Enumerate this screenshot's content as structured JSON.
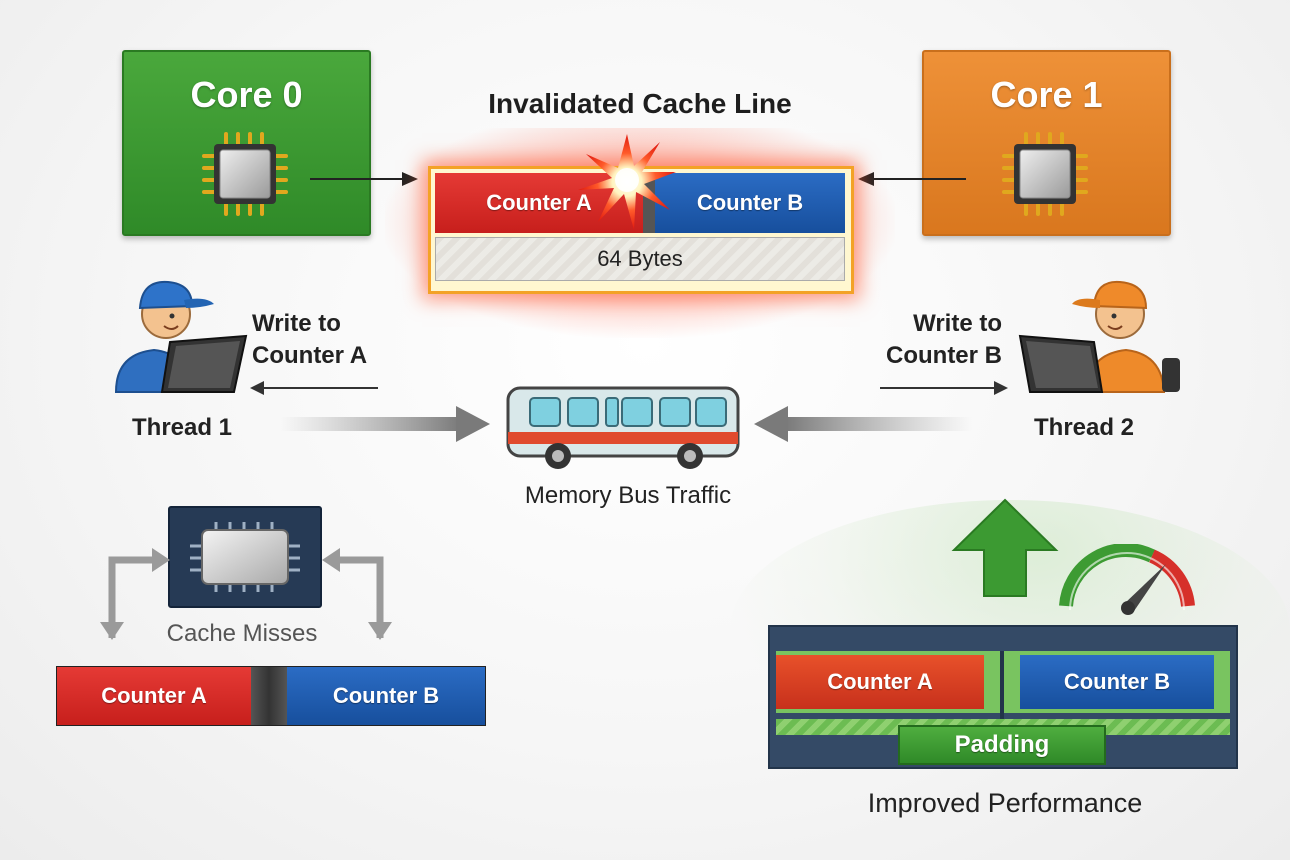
{
  "cores": {
    "core0": {
      "label": "Core 0",
      "color": "#3f9a34"
    },
    "core1": {
      "label": "Core 1",
      "color": "#e5862b"
    }
  },
  "cache_line": {
    "title": "Invalidated Cache Line",
    "counter_a": "Counter A",
    "counter_b": "Counter B",
    "size": "64 Bytes"
  },
  "threads": {
    "thread1": {
      "label": "Thread 1",
      "action_line1": "Write to",
      "action_line2": "Counter A"
    },
    "thread2": {
      "label": "Thread 2",
      "action_line1": "Write to",
      "action_line2": "Counter B"
    }
  },
  "bus": {
    "label": "Memory Bus Traffic"
  },
  "cache_misses": {
    "label": "Cache Misses",
    "counter_a": "Counter A",
    "counter_b": "Counter B"
  },
  "improved": {
    "counter_a": "Counter A",
    "counter_b": "Counter B",
    "padding": "Padding",
    "label": "Improved Performance"
  },
  "colors": {
    "red": "#d42b27",
    "blue": "#1f5eb0",
    "green": "#3f9a34",
    "orange": "#e5862b",
    "glow": "#ff3b2f"
  }
}
